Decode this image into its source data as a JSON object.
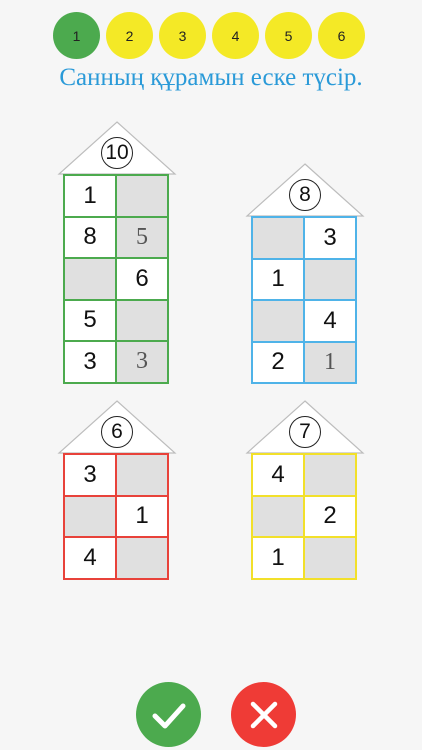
{
  "title": "Санның құрамын еске түсір.",
  "steps": [
    "1",
    "2",
    "3",
    "4",
    "5",
    "6"
  ],
  "active_step": 0,
  "houses": [
    {
      "number": "10",
      "color": "#4caa4e",
      "rows": [
        [
          "1",
          ""
        ],
        [
          "8",
          "5"
        ],
        [
          "",
          "6"
        ],
        [
          "5",
          ""
        ],
        [
          "3",
          "3"
        ]
      ],
      "gray": [
        [
          false,
          true
        ],
        [
          false,
          true
        ],
        [
          true,
          false
        ],
        [
          false,
          true
        ],
        [
          false,
          true
        ]
      ]
    },
    {
      "number": "8",
      "color": "#4fb3e8",
      "rows": [
        [
          "",
          "3"
        ],
        [
          "1",
          ""
        ],
        [
          "",
          "4"
        ],
        [
          "2",
          "1"
        ]
      ],
      "gray": [
        [
          true,
          false
        ],
        [
          false,
          true
        ],
        [
          true,
          false
        ],
        [
          false,
          true
        ]
      ]
    },
    {
      "number": "6",
      "color": "#e8423a",
      "rows": [
        [
          "3",
          ""
        ],
        [
          "",
          "1"
        ],
        [
          "4",
          ""
        ]
      ],
      "gray": [
        [
          false,
          true
        ],
        [
          true,
          false
        ],
        [
          false,
          true
        ]
      ]
    },
    {
      "number": "7",
      "color": "#f2e02a",
      "rows": [
        [
          "4",
          ""
        ],
        [
          "",
          "2"
        ],
        [
          "1",
          ""
        ]
      ],
      "gray": [
        [
          false,
          true
        ],
        [
          true,
          false
        ],
        [
          false,
          true
        ]
      ]
    }
  ],
  "colors": {
    "confirm": "#4caa4e",
    "cancel": "#ef3b36",
    "accent": "#2a9ad8",
    "step": "#f4e926"
  },
  "icons": {
    "confirm": "check-icon",
    "cancel": "close-icon"
  }
}
